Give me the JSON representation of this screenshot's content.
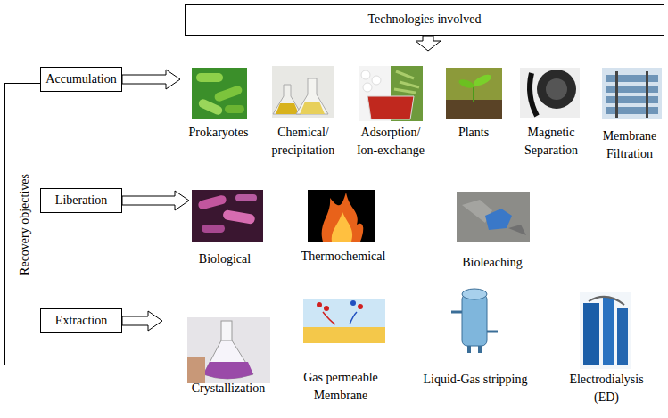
{
  "diagram": {
    "nodes": [
      {
        "text": [
          "Technologies involved"
        ]
      },
      {
        "text": [
          "Recovery objectives"
        ]
      },
      {
        "text": [
          "Accumulation"
        ]
      },
      {
        "text": [
          "Liberation"
        ]
      },
      {
        "text": [
          "Extraction"
        ]
      }
    ],
    "labels": [
      "Prokaryotes",
      "Chemical/ precipitation",
      "Adsorption/ Ion-exchange",
      "Plants",
      "Magnetic Separation",
      "Membrane Filtration",
      "Biological",
      "Thermochemical",
      "Bioleaching",
      "Crystallization",
      "Gas permeable Membrane",
      "Liquid-Gas stripping",
      "Electrodialysis (ED)"
    ]
  }
}
